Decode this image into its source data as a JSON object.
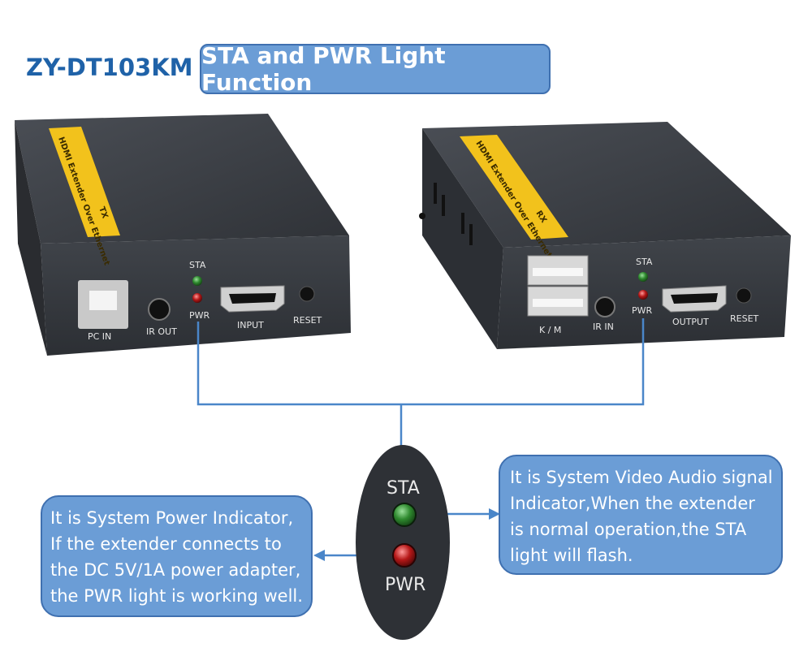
{
  "header": {
    "model": "ZY-DT103KM",
    "title": "STA and PWR Light Function"
  },
  "devices": {
    "tx": {
      "stamp_text": "HDMI Extender Over Ethernet",
      "stamp_badge": "TX",
      "ports": [
        "PC IN",
        "IR OUT",
        "INPUT",
        "RESET"
      ],
      "led_labels": [
        "STA",
        "PWR"
      ]
    },
    "rx": {
      "stamp_text": "HDMI Extender Over Ethernet",
      "stamp_badge": "RX",
      "ports": [
        "K / M",
        "IR IN",
        "OUTPUT",
        "RESET"
      ],
      "led_labels": [
        "STA",
        "PWR"
      ]
    }
  },
  "indicator": {
    "sta_label": "STA",
    "pwr_label": "PWR",
    "sta_color": "#2f8a2f",
    "pwr_color": "#b51818"
  },
  "callouts": {
    "power": [
      "It is System Power Indicator,",
      "If the extender connects to",
      "the DC 5V/1A power adapter,",
      "the PWR light is working well."
    ],
    "signal": [
      "It is System Video Audio signal",
      "Indicator,When the extender",
      "is normal operation,the STA",
      "light will flash."
    ]
  },
  "colors": {
    "accent": "#6b9dd6",
    "model_text": "#1f62a8",
    "device_body": "#3a3d42"
  }
}
